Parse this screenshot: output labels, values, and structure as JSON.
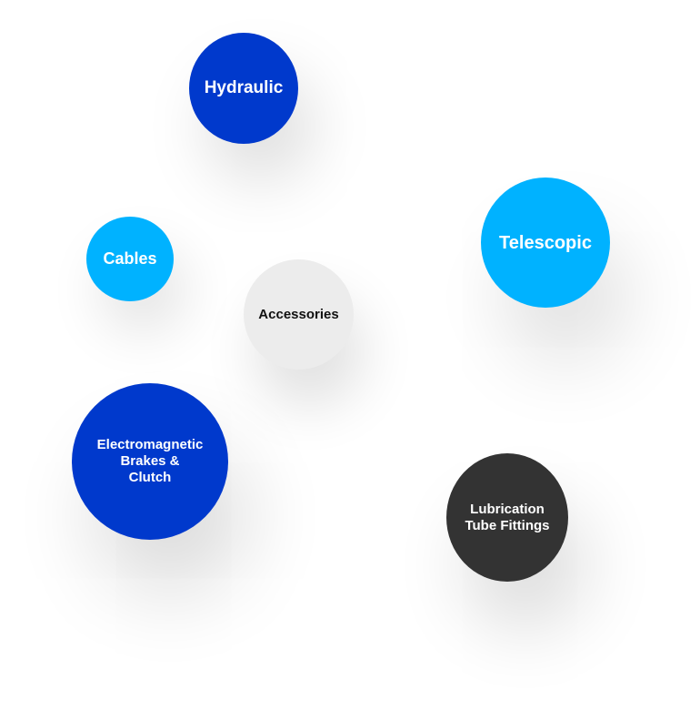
{
  "colors": {
    "dark_blue": "#0039CC",
    "light_blue": "#00B2FF",
    "light_gray": "#ECECEC",
    "charcoal": "#333333",
    "white_text": "#FFFFFF",
    "black_text": "#111111"
  },
  "center": {
    "label": "Accessories"
  },
  "categories": [
    {
      "id": "hydraulic",
      "label": "Hydraulic"
    },
    {
      "id": "telescopic",
      "label": "Telescopic"
    },
    {
      "id": "cables",
      "label": "Cables"
    },
    {
      "id": "electromagnetic",
      "label": "Electromagnetic\nBrakes &\nClutch"
    },
    {
      "id": "lubrication",
      "label": "Lubrication\nTube Fittings"
    }
  ]
}
